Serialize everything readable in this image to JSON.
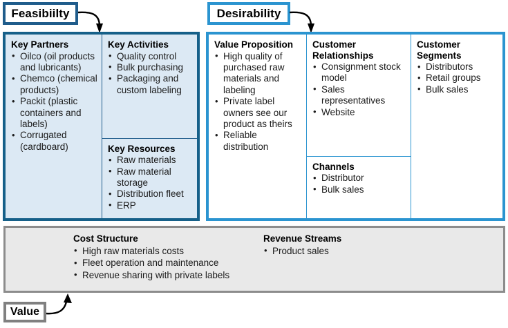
{
  "callouts": {
    "feasibility": "Feasibiilty",
    "desirability": "Desirability",
    "value": "Value"
  },
  "canvas": {
    "feasibility_panel": {
      "border_color": "#166089",
      "fill_color": "#DCE9F4",
      "blocks": [
        {
          "title": "Key Partners",
          "items": [
            "Oilco (oil products and lubricants)",
            "Chemco (chemical products)",
            "Packit (plastic containers and labels)",
            "Corrugated (cardboard)"
          ]
        },
        {
          "title": "Key Activities",
          "items": [
            "Quality control",
            "Bulk purchasing",
            "Packaging and custom labeling"
          ]
        },
        {
          "title": "Key Resources",
          "items": [
            "Raw materials",
            "Raw material storage",
            "Distribution fleet",
            "ERP"
          ]
        }
      ]
    },
    "desirability_panel": {
      "border_color": "#2B94D0",
      "fill_color": "#FFFFFF",
      "blocks": [
        {
          "title": "Value Proposition",
          "items": [
            "High quality of purchased raw materials and labeling",
            "Private label owners see our product as theirs",
            "Reliable distribution"
          ]
        },
        {
          "title": "Customer Relationships",
          "items": [
            "Consignment stock model",
            "Sales representatives",
            "Website"
          ]
        },
        {
          "title": "Channels",
          "items": [
            "Distributor",
            "Bulk sales"
          ]
        },
        {
          "title": "Customer Segments",
          "items": [
            "Distributors",
            "Retail groups",
            "Bulk sales"
          ]
        }
      ]
    },
    "bottom_panel": {
      "border_color": "#8C8C8C",
      "fill_color": "#E9E9E9",
      "blocks": [
        {
          "title": "Cost Structure",
          "items": [
            "High raw materials costs",
            "Fleet operation and maintenance",
            "Revenue sharing with private labels"
          ]
        },
        {
          "title": "Revenue Streams",
          "items": [
            "Product sales"
          ]
        }
      ]
    }
  },
  "icons": {
    "arrow_feasibility": "curved-arrow-down-icon",
    "arrow_desirability": "curved-arrow-down-icon",
    "arrow_value": "curved-arrow-up-icon"
  }
}
